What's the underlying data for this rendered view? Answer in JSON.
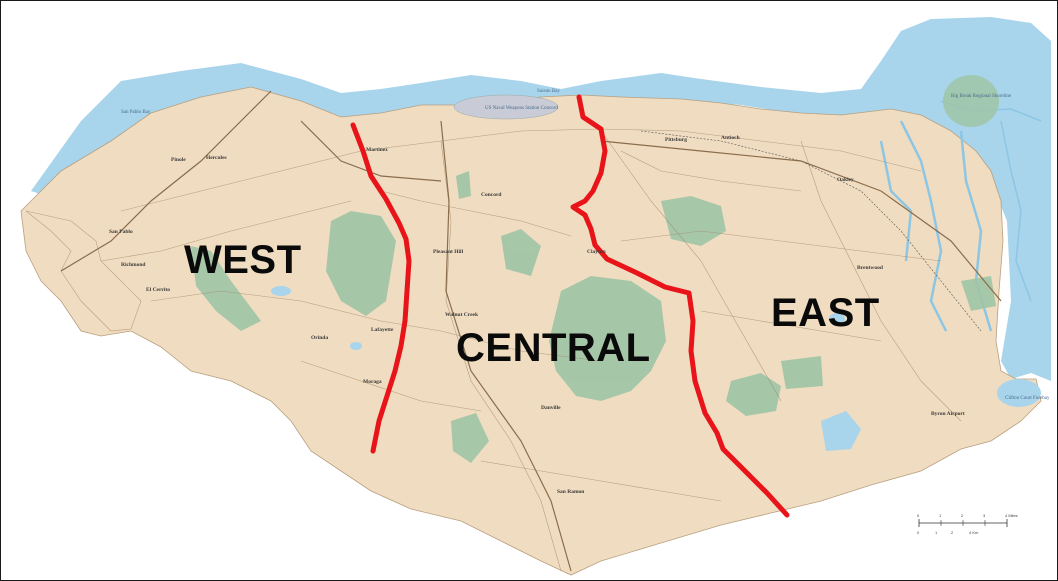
{
  "map": {
    "regions": [
      {
        "key": "west",
        "label": "WEST"
      },
      {
        "key": "central",
        "label": "CENTRAL"
      },
      {
        "key": "east",
        "label": "EAST"
      }
    ],
    "boundary_color": "#e8141a",
    "land_color": "#f0dcc0",
    "water_color": "#a8d4ec",
    "park_color": "#9fc4a6",
    "water_labels": {
      "san_pablo_bay": "San Pablo Bay",
      "suisun_bay": "Suisun Bay",
      "naval_weapons": "US Naval Weapons Station Concord",
      "clifton_court": "Clifton Court Forebay",
      "delta_park": "Big Break Regional Shoreline"
    },
    "places": {
      "pinole": "Pinole",
      "hercules": "Hercules",
      "san_pablo": "San Pablo",
      "richmond": "Richmond",
      "el_cerrito": "El Cerrito",
      "martinez": "Martinez",
      "pleasant_hill": "Pleasant Hill",
      "concord": "Concord",
      "clayton": "Clayton",
      "walnut_creek": "Walnut Creek",
      "lafayette": "Lafayette",
      "orinda": "Orinda",
      "moraga": "Moraga",
      "danville": "Danville",
      "san_ramon": "San Ramon",
      "pittsburg": "Pittsburg",
      "antioch": "Antioch",
      "oakley": "Oakley",
      "brentwood": "Brentwood",
      "byron": "Byron Airport"
    },
    "scale_bar": {
      "ticks_top": [
        "0",
        "1",
        "2",
        "3",
        "4 Miles"
      ],
      "ticks_bottom": [
        "0",
        "1",
        "2",
        "4 Km"
      ]
    }
  }
}
